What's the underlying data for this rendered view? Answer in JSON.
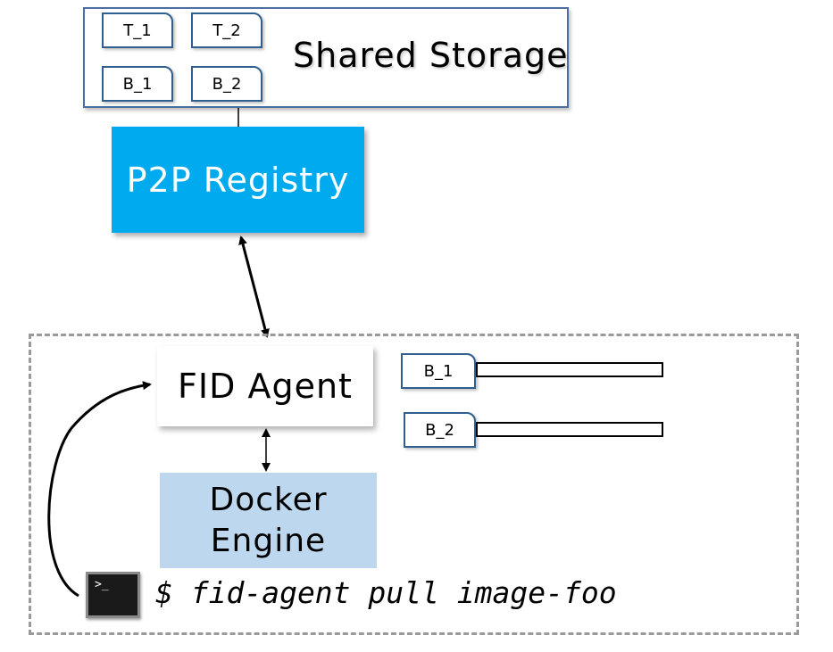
{
  "storage": {
    "title": "Shared Storage",
    "tags": [
      "T_1",
      "T_2"
    ],
    "blobs": [
      "B_1",
      "B_2"
    ]
  },
  "registry": {
    "label": "P2P Registry",
    "color": "#00aaee"
  },
  "agent": {
    "label": "FID Agent"
  },
  "docker": {
    "line1": "Docker",
    "line2": "Engine",
    "color": "#bdd7ee"
  },
  "local_blobs": [
    "B_1",
    "B_2"
  ],
  "terminal": {
    "prompt": ">_",
    "command": "$ fid-agent pull image-foo"
  }
}
